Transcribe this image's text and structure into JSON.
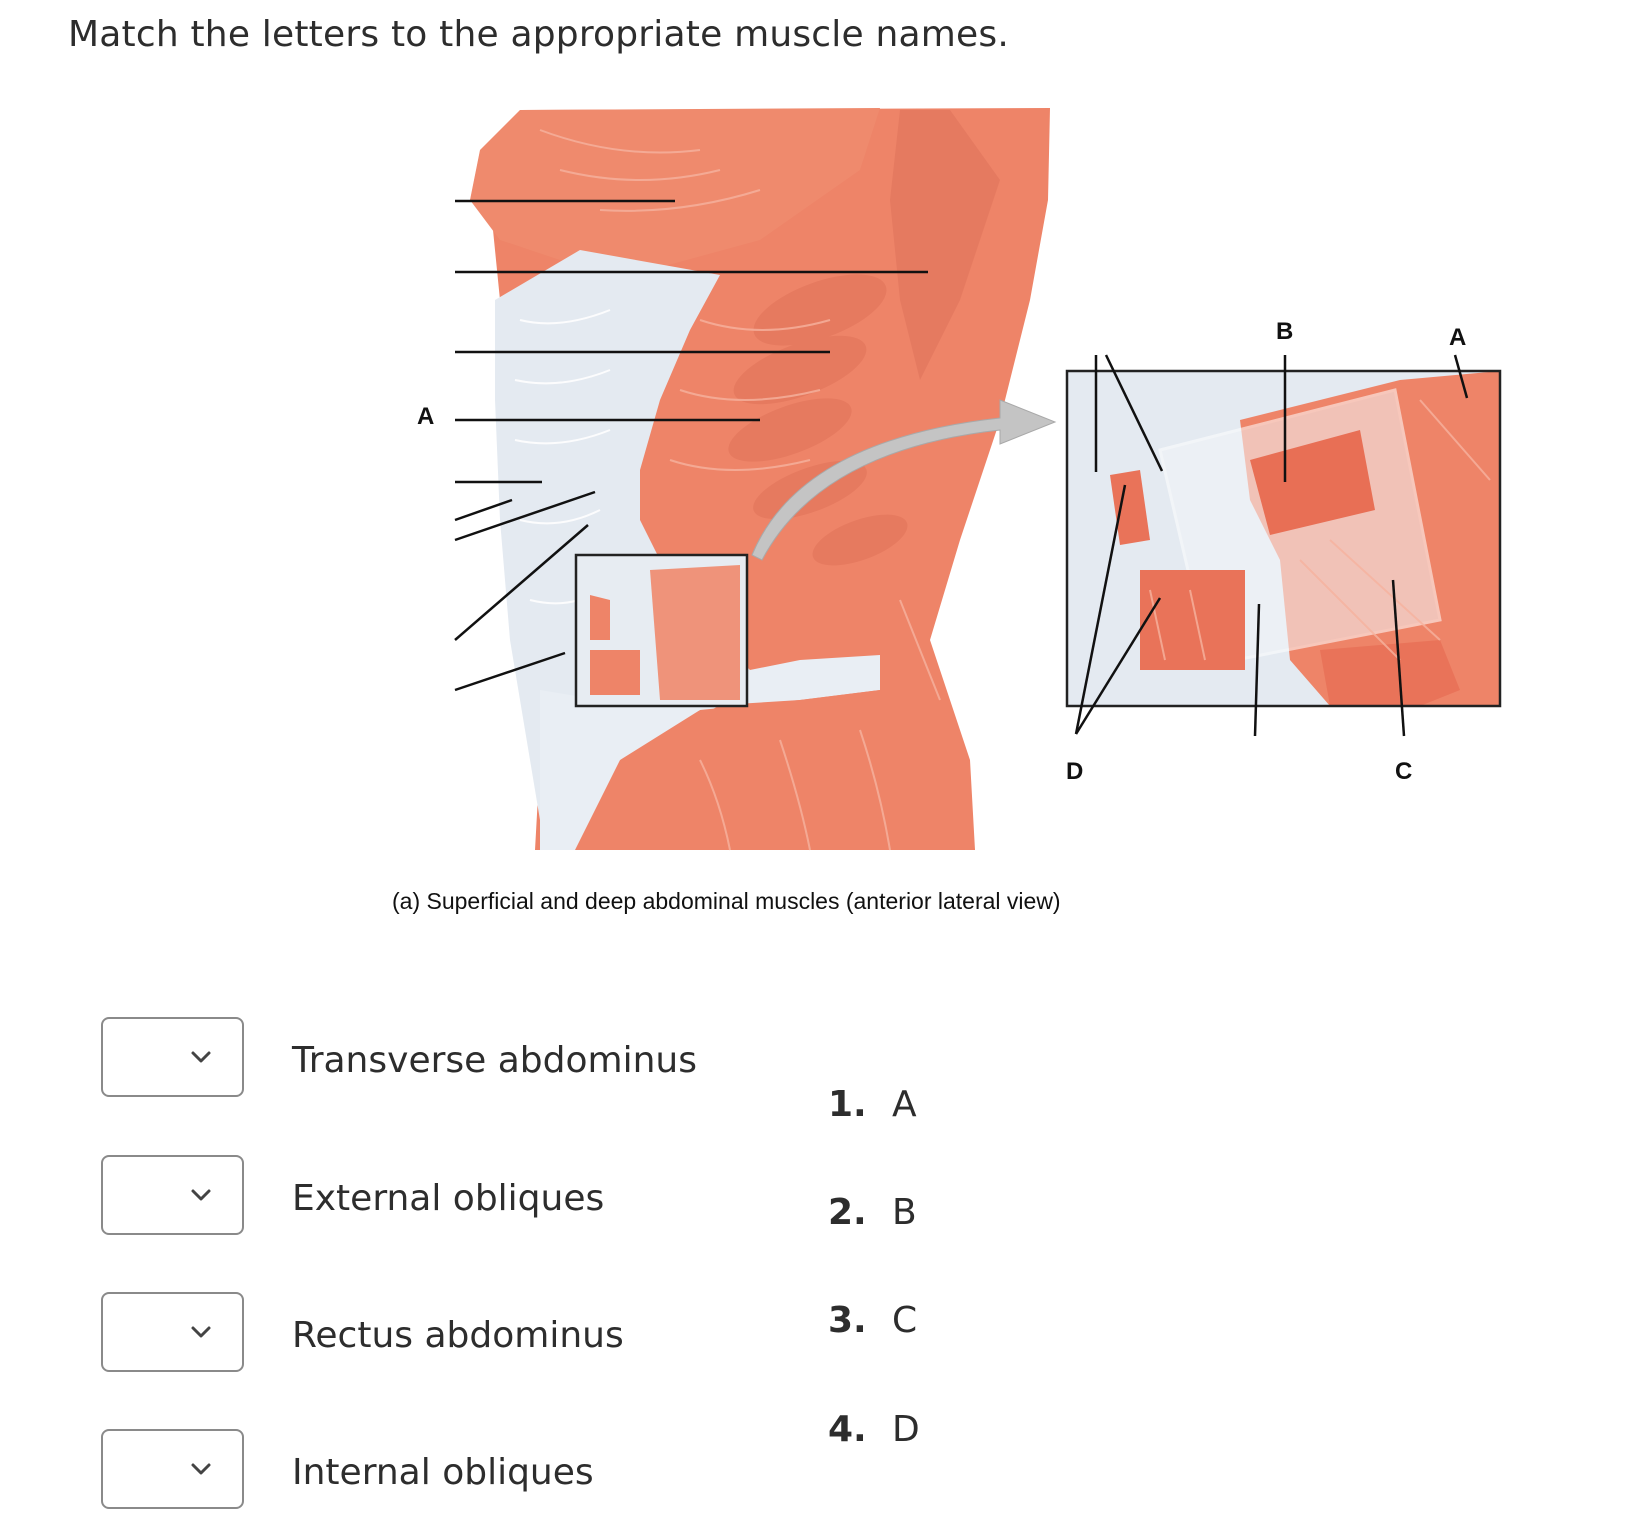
{
  "question": "Match the letters to the appropriate muscle names.",
  "figure": {
    "caption": "(a) Superficial and deep abdominal muscles (anterior lateral view)",
    "labels": {
      "left_a": "A",
      "inset_b": "B",
      "inset_a": "A",
      "inset_c": "C",
      "inset_d": "D"
    },
    "colors": {
      "muscle": "#ee8468",
      "muscle_dark": "#d9694f",
      "tendon": "#e4eaf1",
      "arrow": "#c4c4c4"
    }
  },
  "matches": [
    {
      "term": "Transverse abdominus"
    },
    {
      "term": "External obliques"
    },
    {
      "term": "Rectus abdominus"
    },
    {
      "term": "Internal obliques"
    }
  ],
  "options": [
    {
      "num": "1.",
      "letter": "A"
    },
    {
      "num": "2.",
      "letter": "B"
    },
    {
      "num": "3.",
      "letter": "C"
    },
    {
      "num": "4.",
      "letter": "D"
    }
  ],
  "icons": {
    "dropdown": "chevron-down-icon"
  }
}
